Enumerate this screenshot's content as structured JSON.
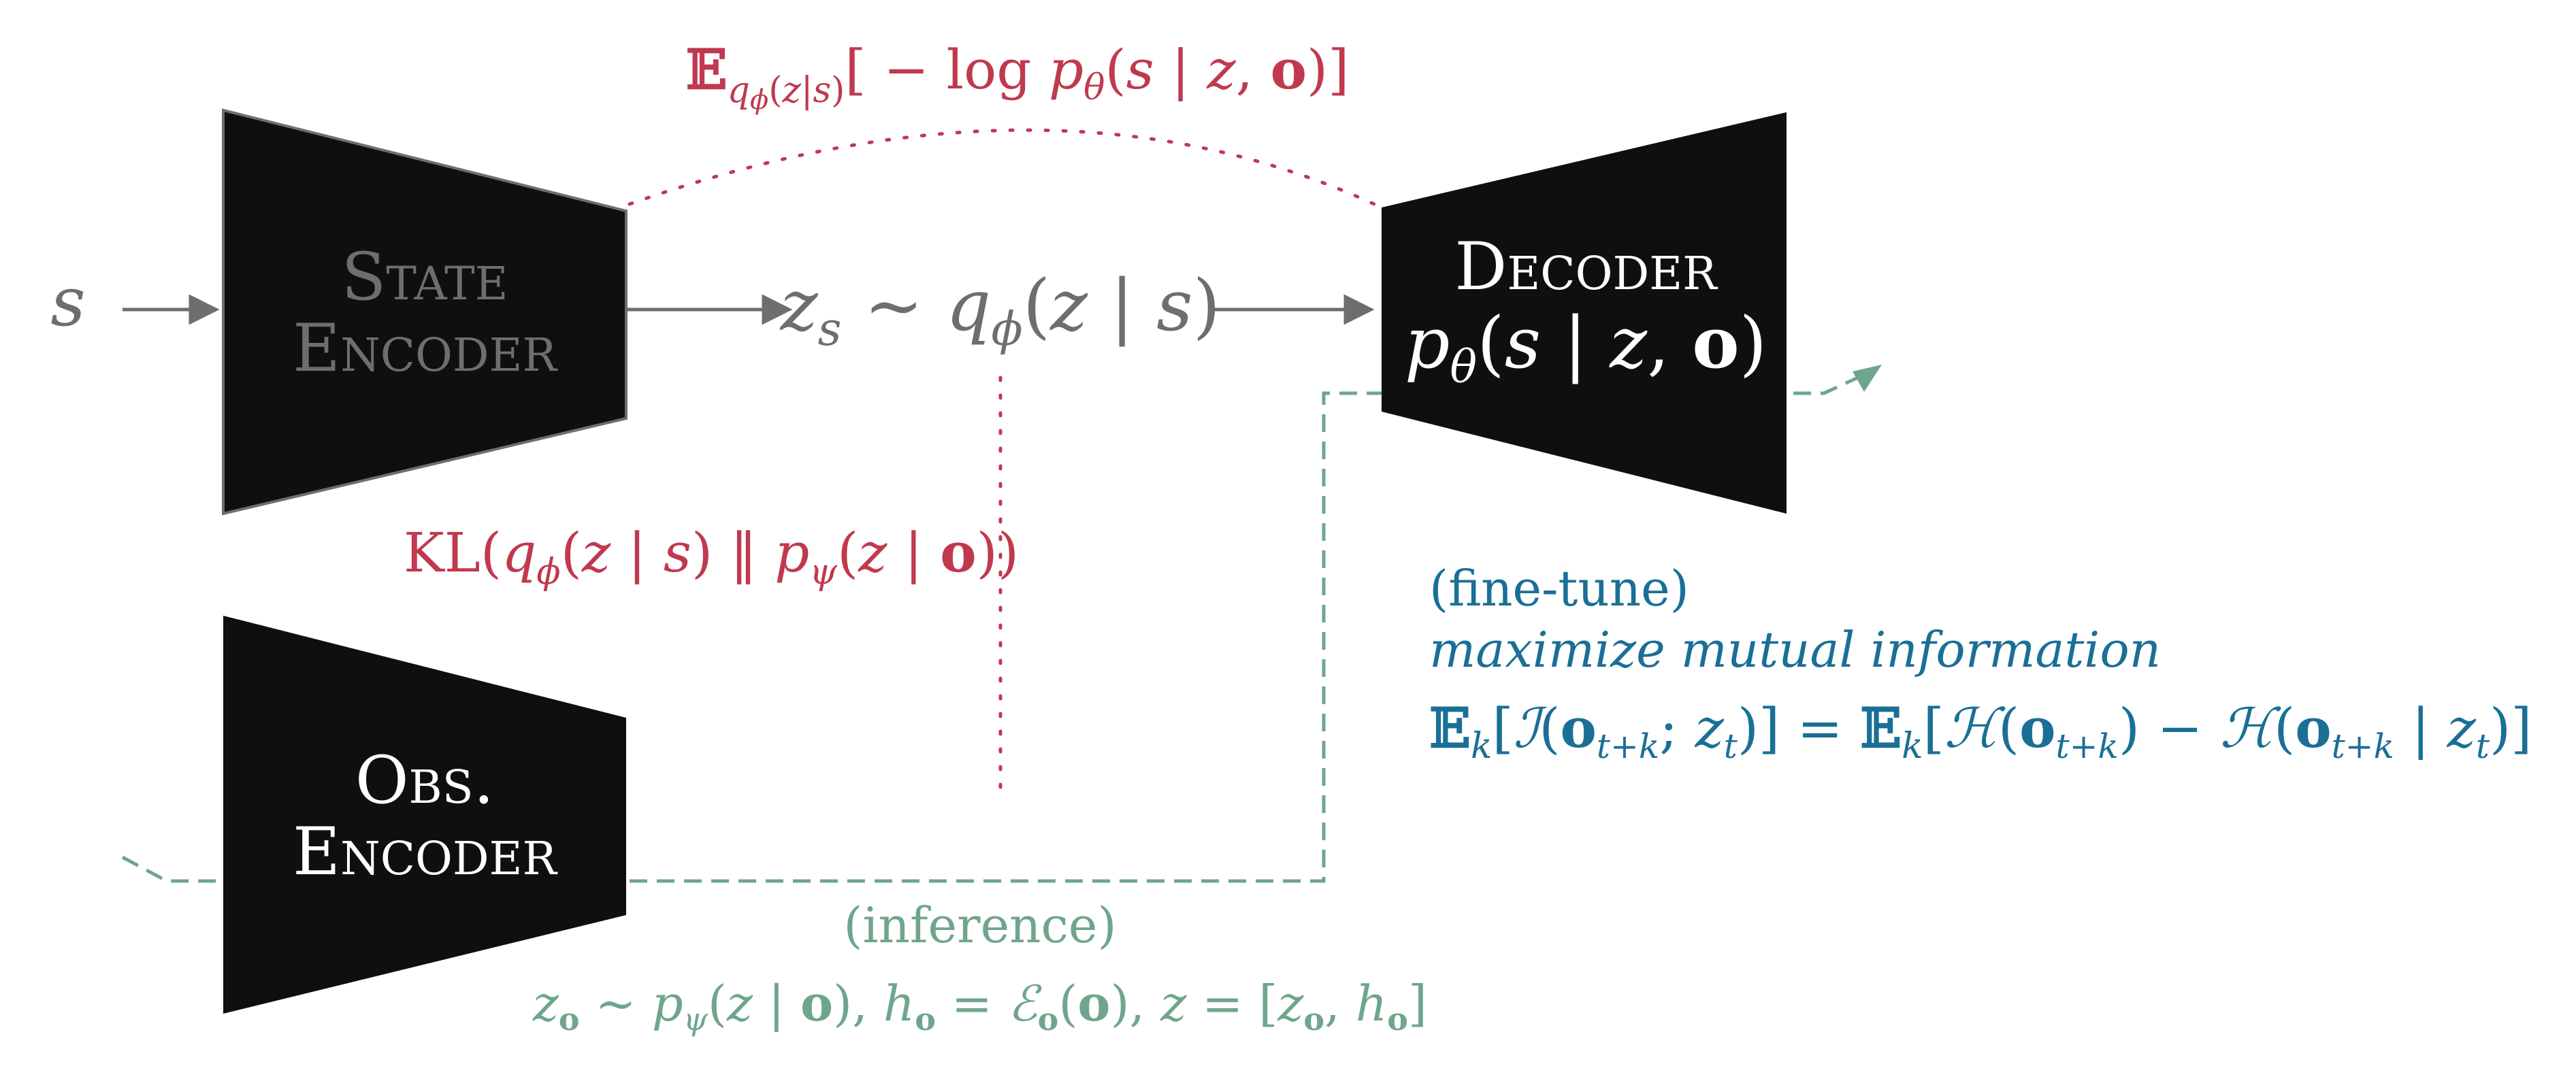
{
  "colors": {
    "block": "#0f0f0f",
    "gray": "#6e6e6e",
    "red": "#c0394f",
    "teal": "#1a6f96",
    "green": "#6fa68b"
  },
  "blocks": {
    "state_encoder": {
      "line1": "State",
      "line2": "Encoder"
    },
    "obs_encoder": {
      "line1": "Obs.",
      "line2": "Encoder"
    },
    "decoder": {
      "line1": "Decoder"
    }
  },
  "labels": {
    "input_s": "s",
    "latent_mid": "∼",
    "decoder_formula_mid": "(",
    "recon_loss": "[ − log",
    "kl_term": "KL",
    "finetune": "(fine-tune)",
    "mutual_info": "maximize mutual information",
    "inference": "(inference)"
  },
  "icons": [
    "arrow-right-icon"
  ]
}
